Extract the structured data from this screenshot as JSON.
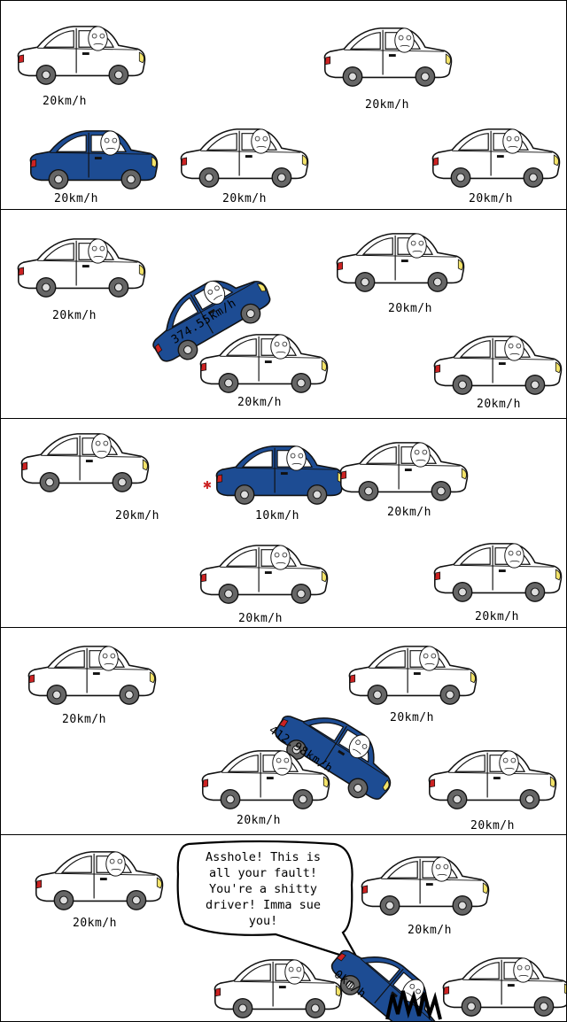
{
  "colors": {
    "white_car": "#ffffff",
    "blue_car": "#1d4c93",
    "outline": "#111111",
    "taillight": "#cc2222",
    "headlight": "#f3e36a"
  },
  "panels": [
    {
      "speeds": [
        "20km/h",
        "20km/h",
        "20km/h",
        "20km/h",
        "20km/h"
      ]
    },
    {
      "speeds": [
        "20km/h",
        "20km/h",
        "374.55km/h",
        "20km/h",
        "20km/h"
      ]
    },
    {
      "speeds": [
        "20km/h",
        "10km/h",
        "20km/h",
        "20km/h",
        "20km/h"
      ]
    },
    {
      "speeds": [
        "20km/h",
        "20km/h",
        "412.98km/h",
        "20km/h",
        "20km/h"
      ]
    },
    {
      "speeds": [
        "20km/h",
        "20km/h",
        "0km/h"
      ]
    }
  ],
  "dialogue": {
    "lines": [
      "Asshole!  This is",
      "all your fault!",
      "You're a shitty",
      "driver! Imma sue",
      "you!"
    ]
  }
}
